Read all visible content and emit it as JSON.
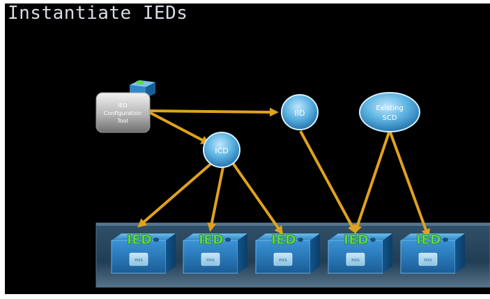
{
  "title": "Instantiate IEDs",
  "tool": {
    "label_lines": [
      "IED",
      "Configuration",
      "Tool"
    ]
  },
  "bubbles": {
    "icd": "ICD",
    "iid": "IID",
    "scd_lines": [
      "Existing",
      "SCD"
    ]
  },
  "ieds": [
    {
      "badge": "IED",
      "plate": "PDIS"
    },
    {
      "badge": "IED",
      "plate": "PDIS"
    },
    {
      "badge": "IED",
      "plate": "PDIS"
    },
    {
      "badge": "IED",
      "plate": "PDIS"
    },
    {
      "badge": "IED",
      "plate": "PDIS"
    }
  ],
  "colors": {
    "arrow": "#e0a21e",
    "bubble": "#4aa6d8",
    "device": "#1e7fc6",
    "badge": "#5ddc46",
    "platform": "#2c4b63"
  }
}
